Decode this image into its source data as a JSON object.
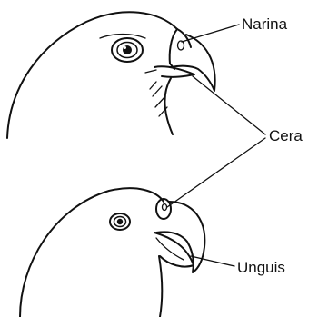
{
  "labels": {
    "narina": "Narina",
    "cera": "Cera",
    "unguis": "Unguis"
  }
}
